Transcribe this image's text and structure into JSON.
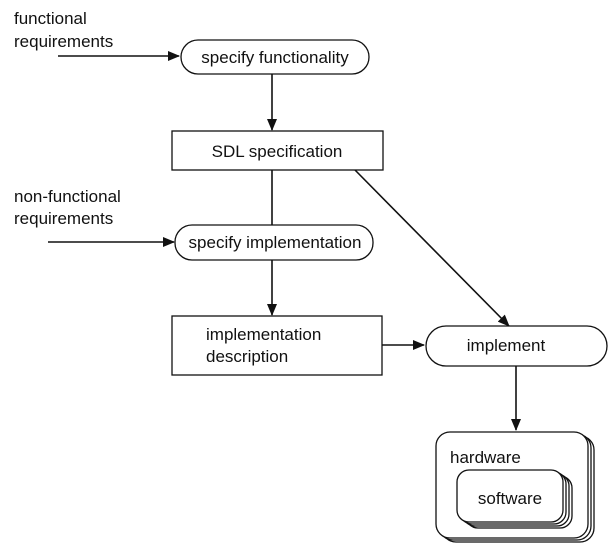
{
  "inputs": {
    "functional": [
      "functional",
      "requirements"
    ],
    "non_functional": [
      "non-functional",
      "requirements"
    ]
  },
  "nodes": {
    "specify_functionality": "specify functionality",
    "sdl_specification": "SDL specification",
    "specify_implementation": "specify implementation",
    "implementation_description": [
      "implementation",
      "description"
    ],
    "implement": "implement",
    "hardware": "hardware",
    "software": "software"
  }
}
